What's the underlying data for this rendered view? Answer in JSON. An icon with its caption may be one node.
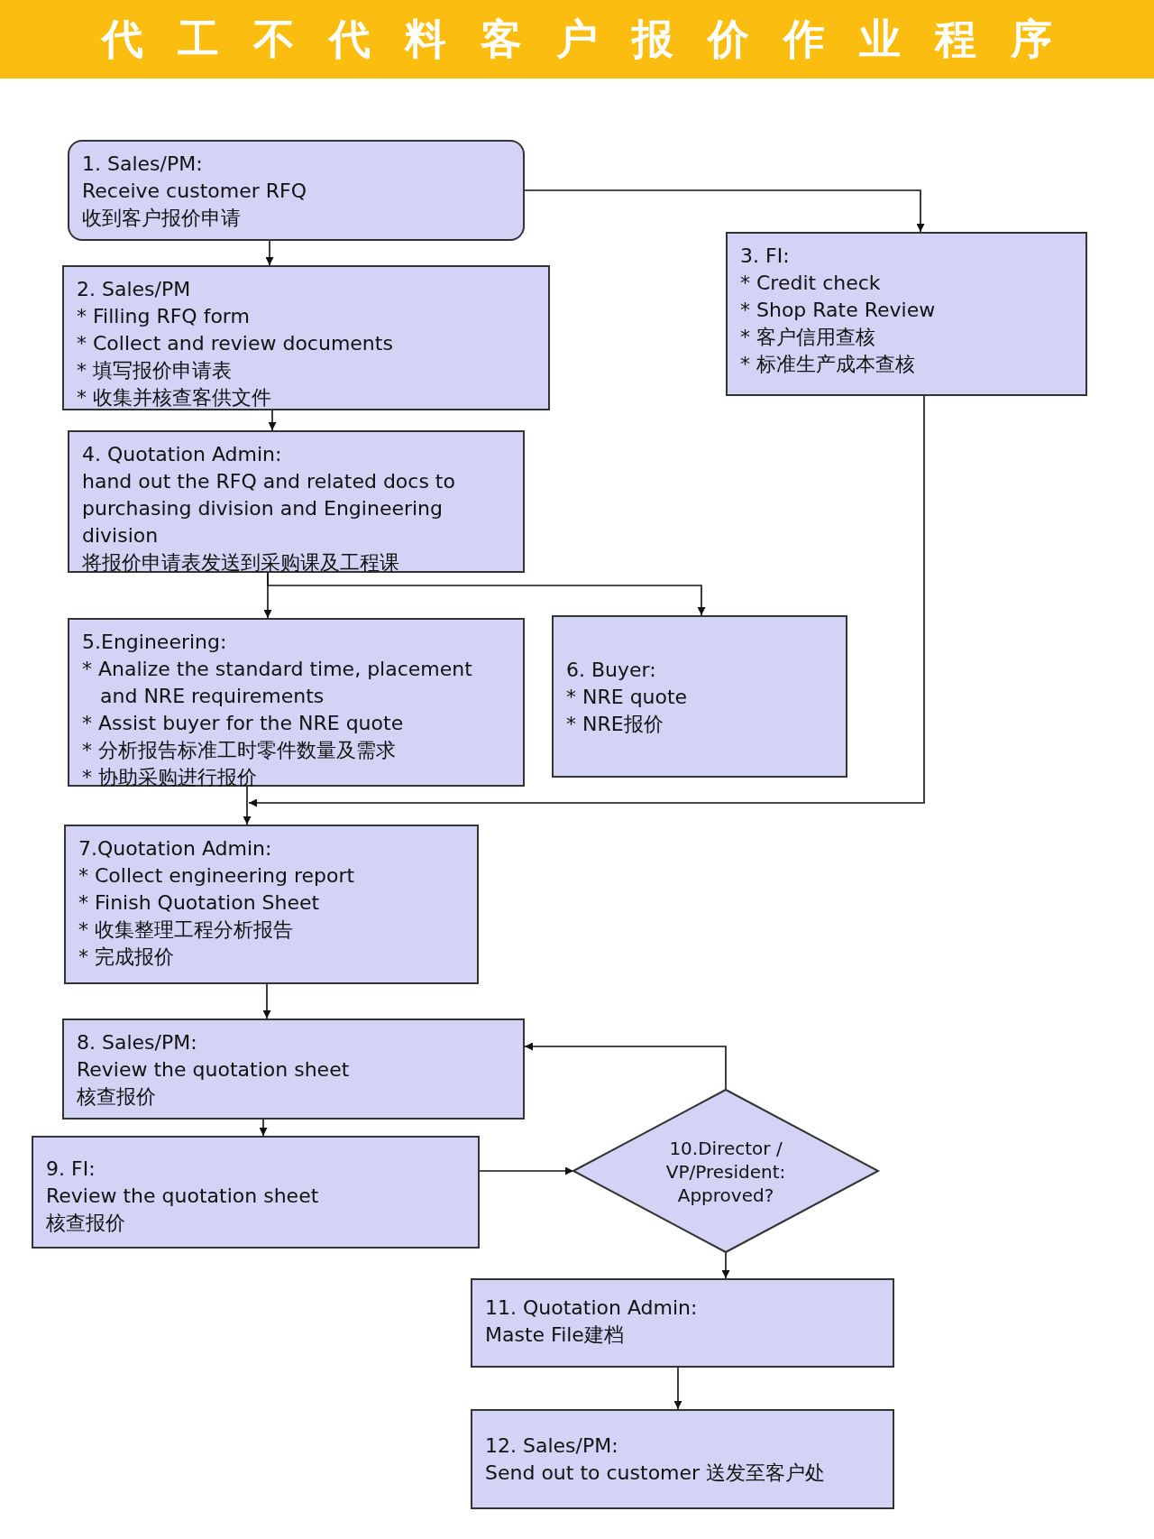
{
  "diagram": {
    "title": "代工不代料客户报价作业程序",
    "nodes": [
      {
        "text": [
          "1. Sales/PM:",
          "Receive customer RFQ",
          "收到客户报价申请"
        ]
      },
      {
        "text": [
          "2. Sales/PM",
          "* Filling RFQ form",
          "* Collect and review documents",
          "* 填写报价申请表",
          "* 收集并核查客供文件"
        ]
      },
      {
        "text": [
          "3. FI:",
          "* Credit check",
          "* Shop Rate Review",
          "* 客户信用查核",
          "* 标准生产成本查核"
        ]
      },
      {
        "text": [
          "4. Quotation Admin:",
          "hand out the RFQ and related docs to purchasing division and Engineering division",
          "将报价申请表发送到采购课及工程课"
        ]
      },
      {
        "text": [
          "5.Engineering:",
          "* Analize the standard time, placement and NRE requirements",
          "* Assist buyer for the NRE quote",
          "* 分析报告标准工时零件数量及需求",
          "* 协助采购进行报价"
        ]
      },
      {
        "text": [
          "6. Buyer:",
          "* NRE quote",
          "* NRE报价"
        ]
      },
      {
        "text": [
          "7.Quotation Admin:",
          "* Collect engineering report",
          "* Finish Quotation Sheet",
          "* 收集整理工程分析报告",
          "* 完成报价"
        ]
      },
      {
        "text": [
          "8. Sales/PM:",
          "Review the quotation sheet",
          "核查报价"
        ]
      },
      {
        "text": [
          "9. FI:",
          "Review the quotation sheet",
          "核查报价"
        ]
      },
      {
        "text": [
          "10.Director / VP/President: Approved?"
        ]
      },
      {
        "text": [
          "11. Quotation Admin:",
          "Maste File建档"
        ]
      },
      {
        "text": [
          "12. Sales/PM:",
          "Send out to customer 送发至客户处"
        ]
      }
    ],
    "edges": [
      {
        "from": 0,
        "to": 1,
        "arrow": "to"
      },
      {
        "from": 0,
        "to": 2,
        "arrow": "to"
      },
      {
        "from": 1,
        "to": 3,
        "arrow": "to"
      },
      {
        "from": 3,
        "to": 4,
        "arrow": "to"
      },
      {
        "from": 3,
        "to": 5,
        "arrow": "to"
      },
      {
        "from": 2,
        "to": 6,
        "arrow": "to"
      },
      {
        "from": 4,
        "to": 6,
        "arrow": "to"
      },
      {
        "from": 6,
        "to": 7,
        "arrow": "to"
      },
      {
        "from": 7,
        "to": 8,
        "arrow": "to"
      },
      {
        "from": 8,
        "to": 9,
        "arrow": "to"
      },
      {
        "from": 9,
        "to": 7,
        "arrow": "to"
      },
      {
        "from": 9,
        "to": 10,
        "arrow": "to"
      },
      {
        "from": 10,
        "to": 11,
        "arrow": "to"
      }
    ]
  }
}
